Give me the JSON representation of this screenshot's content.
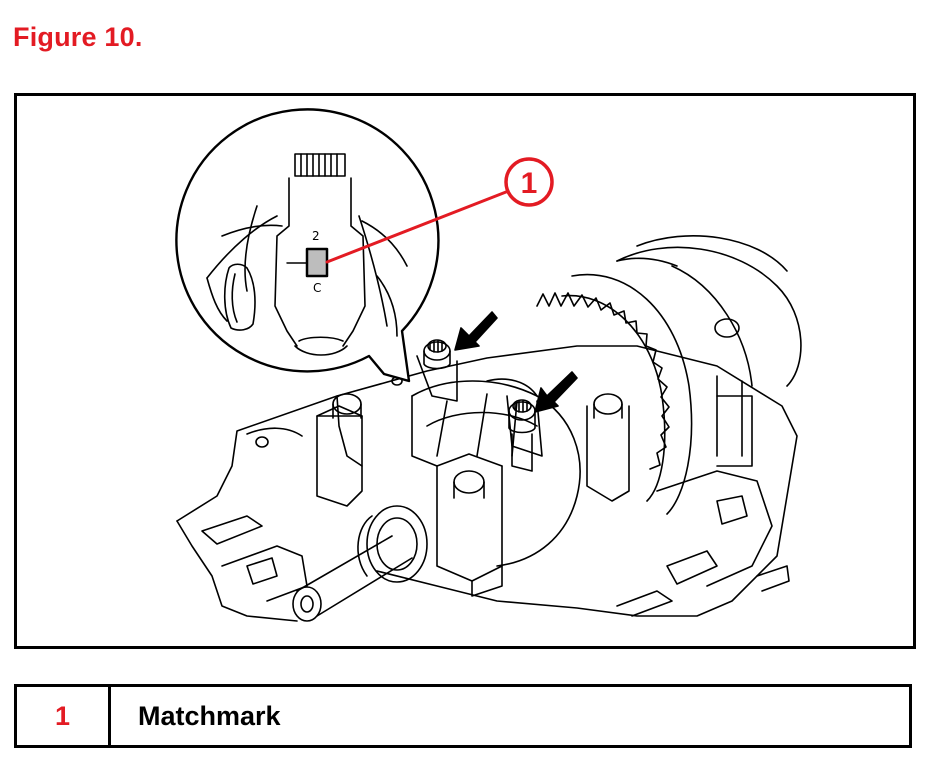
{
  "figure": {
    "title": "Figure 10.",
    "title_color": "#e31b23",
    "callout_number": "1",
    "callout_color": "#e31b23",
    "inset_labels": {
      "top_mark": "2",
      "bottom_mark": "C"
    }
  },
  "legend": {
    "rows": [
      {
        "number": "1",
        "label": "Matchmark"
      }
    ]
  }
}
